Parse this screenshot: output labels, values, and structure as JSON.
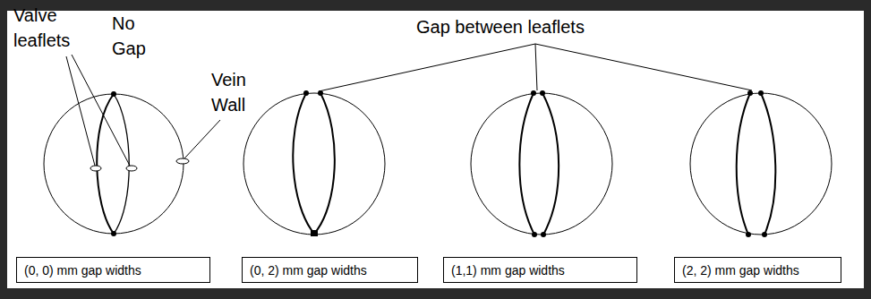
{
  "diagram": {
    "nodes": [
      {
        "text": [
          "(0, 0) mm gap widths"
        ]
      },
      {
        "text": [
          "(0, 2) mm gap widths"
        ]
      },
      {
        "text": [
          "(1,1) mm gap widths"
        ]
      },
      {
        "text": [
          "(2, 2) mm gap widths"
        ]
      }
    ],
    "labels": [
      "Valve leaflets",
      "No Gap",
      "Vein Wall",
      "Gap between leaflets"
    ]
  }
}
